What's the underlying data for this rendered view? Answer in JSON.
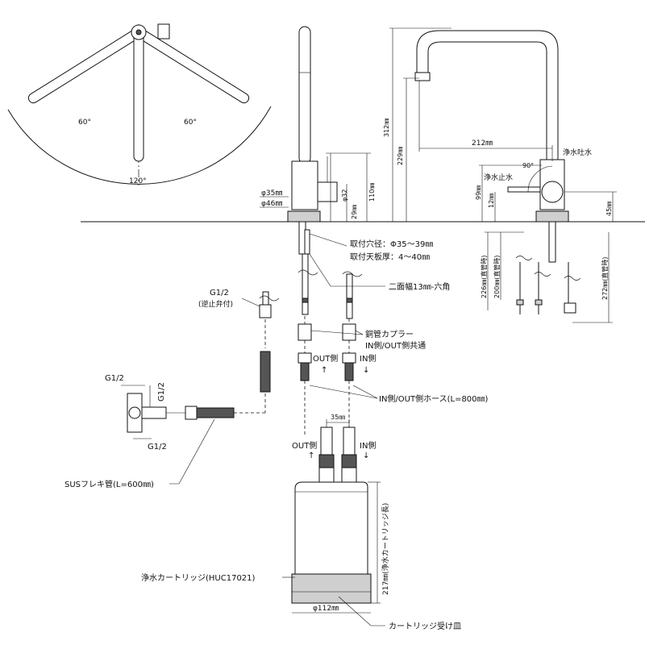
{
  "rotation": {
    "left_angle": "60°",
    "right_angle": "60°",
    "total_angle": "120°"
  },
  "faucet": {
    "base_dia_35": "φ35㎜",
    "base_dia_46": "φ46㎜",
    "handle_dia": "φ32",
    "height_110": "110㎜",
    "height_29": "29㎜",
    "height_312": "312㎜",
    "height_229": "229㎜",
    "reach_212": "212㎜",
    "height_99": "99㎜",
    "height_12": "12㎜",
    "height_45": "45㎜",
    "angle_90": "90°",
    "label_outlet": "浄水吐水",
    "label_stop": "浄水止水"
  },
  "install": {
    "hole_dia": "取付穴径：Φ35～39㎜",
    "thickness": "取付天板厚：4～40㎜",
    "hex": "二面幅13㎜-六角"
  },
  "pipes": {
    "len_226": "226㎜(直管時)",
    "len_200": "200㎜(直管時)",
    "len_272": "272㎜(直管時)"
  },
  "fittings": {
    "g12_check": "G1/2",
    "check_valve": "(逆止弁付)",
    "coupler_1": "銅管カプラー",
    "coupler_2": "IN側/OUT側共通",
    "out_side": "OUT側",
    "in_side": "IN側",
    "hose": "IN側/OUT側ホース(L=800㎜)",
    "g12_top": "G1/2",
    "g12_right": "G1/2",
    "g12_bottom": "G1/2",
    "flex_pipe": "SUSフレキ管(L=600㎜)"
  },
  "cartridge": {
    "spacing": "35㎜",
    "out_side": "OUT側",
    "in_side": "IN側",
    "name": "浄水カートリッジ(HUC17021)",
    "length": "217㎜(浄水カートリッジ長)",
    "diameter": "φ112㎜",
    "tray": "カートリッジ受け皿"
  }
}
